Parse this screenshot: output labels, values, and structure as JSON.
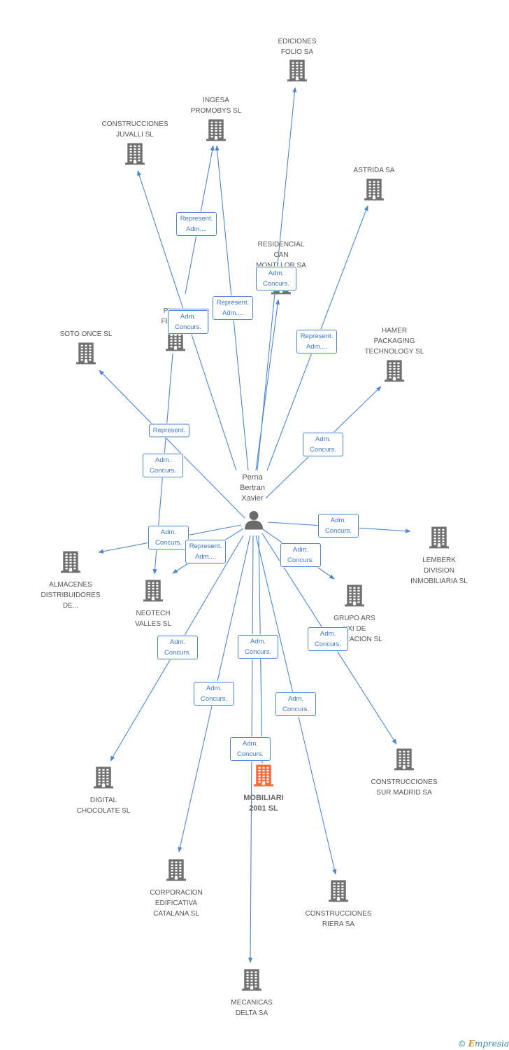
{
  "center_person": {
    "label": "Perna\nBertran\nXavier",
    "icon": "person-icon"
  },
  "colors": {
    "edge": "#4a86d4",
    "building": "#707070",
    "highlight": "#f26a3a",
    "text": "#555555"
  },
  "companies": [
    {
      "id": "ediciones-folio",
      "label": "EDICIONES\nFOLIO SA"
    },
    {
      "id": "ingesa-promobys",
      "label": "INGESA\nPROMOBYS SL"
    },
    {
      "id": "construcciones-juvalli",
      "label": "CONSTRUCCIONES\nJUVALLI SL"
    },
    {
      "id": "astrida",
      "label": "ASTRIDA SA"
    },
    {
      "id": "residencial-can-montllor",
      "label": "RESIDENCIAL\nCAN\nMONTLLOR SA"
    },
    {
      "id": "perna-ferran",
      "label": "PERNA\nFERRAN"
    },
    {
      "id": "soto-once",
      "label": "SOTO ONCE SL"
    },
    {
      "id": "hamer-packaging",
      "label": "HAMER\nPACKAGING\nTECHNOLOGY SL"
    },
    {
      "id": "lemberk-division",
      "label": "LEMBERK\nDIVISION\nINMOBILIARIA SL"
    },
    {
      "id": "almacenes-distribuidores",
      "label": "ALMACENES\nDISTRIBUIDORES\nDE..."
    },
    {
      "id": "neotech-valles",
      "label": "NEOTECH\nVALLES SL"
    },
    {
      "id": "grupo-ars",
      "label": "GRUPO ARS\nXXI DE\nEDIFICACION SL"
    },
    {
      "id": "mobiliari-2001",
      "label": "MOBILIARI\n2001 SL",
      "highlight": true
    },
    {
      "id": "digital-chocolate",
      "label": "DIGITAL\nCHOCOLATE SL"
    },
    {
      "id": "construcciones-sur-madrid",
      "label": "CONSTRUCCIONES\nSUR MADRID SA"
    },
    {
      "id": "corporacion-edificativa",
      "label": "CORPORACION\nEDIFICATIVA\nCATALANA SL"
    },
    {
      "id": "construcciones-riera",
      "label": "CONSTRUCCIONES\nRIERA SA"
    },
    {
      "id": "mecanicas-delta",
      "label": "MECANICAS\nDELTA SA"
    }
  ],
  "relations": [
    {
      "target": "ediciones-folio",
      "label": "Represent.\nAdm...."
    },
    {
      "target": "ingesa-promobys",
      "label": "Adm.\nConcurs."
    },
    {
      "target": "ingesa-promobys",
      "label": "Represent.\nAdm...."
    },
    {
      "target": "construcciones-juvalli",
      "label": "Adm.\nConcurs."
    },
    {
      "target": "astrida",
      "label": "Represent.\nAdm...."
    },
    {
      "target": "residencial-can-montllor",
      "label": "Adm.\nConcurs."
    },
    {
      "target": "soto-once",
      "label": "Represent."
    },
    {
      "target": "hamer-packaging",
      "label": "Adm.\nConcurs."
    },
    {
      "target": "neotech-valles",
      "label": "Adm.\nConcurs."
    },
    {
      "target": "almacenes-distribuidores",
      "label": "Adm.\nConcurs."
    },
    {
      "target": "neotech-valles",
      "label": "Represent.\nAdm...."
    },
    {
      "target": "lemberk-division",
      "label": "Adm.\nConcurs."
    },
    {
      "target": "grupo-ars",
      "label": "Adm.\nConcurs."
    },
    {
      "target": "digital-chocolate",
      "label": "Adm.\nConcurs."
    },
    {
      "target": "mobiliari-2001",
      "label": "Adm.\nConcurs."
    },
    {
      "target": "construcciones-sur-madrid",
      "label": "Adm.\nConcurs."
    },
    {
      "target": "corporacion-edificativa",
      "label": "Adm.\nConcurs."
    },
    {
      "target": "construcciones-riera",
      "label": "Adm.\nConcurs."
    },
    {
      "target": "mecanicas-delta",
      "label": "Adm.\nConcurs."
    }
  ],
  "watermark": {
    "copyright": "©",
    "brand_initial": "E",
    "brand_rest": "mpresia"
  }
}
